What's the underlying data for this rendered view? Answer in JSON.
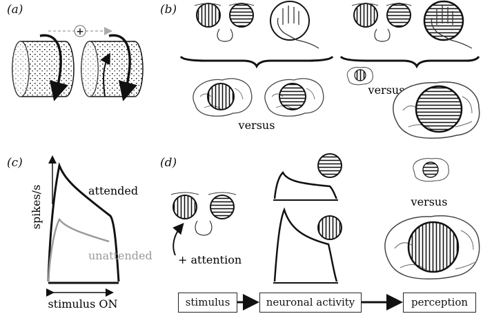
{
  "panels": {
    "a": "(a)",
    "b": "(b)",
    "c": "(c)",
    "d": "(d)"
  },
  "panel_a": {
    "plus_sign": "+"
  },
  "panel_b": {
    "versus_left": "versus",
    "versus_right": "versus"
  },
  "panel_c": {
    "ylabel": "spikes/s",
    "xlabel": "stimulus ON",
    "series": [
      {
        "name": "attended",
        "color": "#111111"
      },
      {
        "name": "unattended",
        "color": "#999999"
      }
    ]
  },
  "panel_d": {
    "attention_label": "+ attention",
    "versus": "versus",
    "flow": [
      "stimulus",
      "neuronal activity",
      "perception"
    ]
  }
}
